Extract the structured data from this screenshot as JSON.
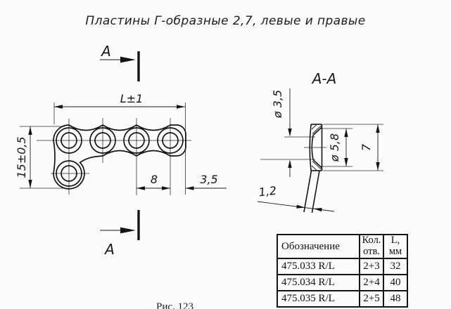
{
  "title": "Пластины Г-образные 2,7, левые и правые",
  "caption": "Рис. 123",
  "colors": {
    "ink": "#161616",
    "paper": "#fcfcfa"
  },
  "drawing": {
    "cut_label": "А",
    "dim_length": "L±1",
    "dim_height": "15±0,5",
    "dim_hole_spacing": "8",
    "dim_edge_offset": "3,5"
  },
  "section": {
    "title": "А-А",
    "dim_hole_diameter": "ø 3,5",
    "dim_countersink_diameter": "ø 5,8",
    "dim_plate_width": "7",
    "dim_thickness": "1,2"
  },
  "table": {
    "headers": {
      "designation": "Обозначение",
      "holes_line1": "Кол.",
      "holes_line2": "отв.",
      "length_line1": "L,",
      "length_line2": "мм"
    },
    "rows": [
      {
        "designation": "475.033 R/L",
        "holes": "2+3",
        "length_mm": "32"
      },
      {
        "designation": "475.034 R/L",
        "holes": "2+4",
        "length_mm": "40"
      },
      {
        "designation": "475.035 R/L",
        "holes": "2+5",
        "length_mm": "48"
      }
    ]
  }
}
